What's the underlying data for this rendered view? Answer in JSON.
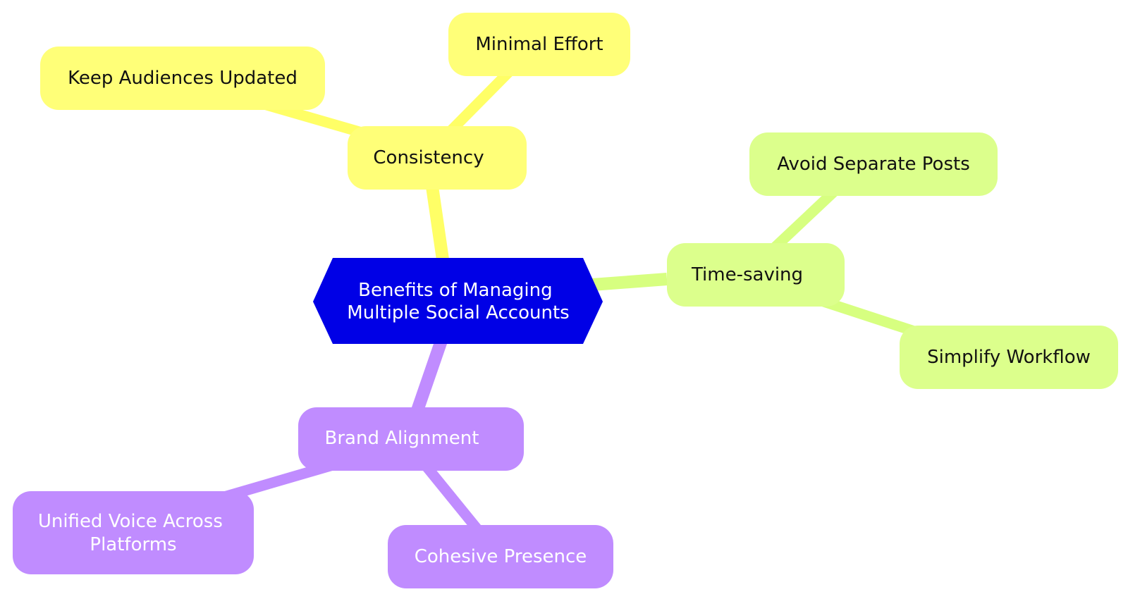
{
  "diagram": {
    "type": "mindmap",
    "root": {
      "lines": [
        "Benefits of Managing",
        "Multiple Social Accounts"
      ],
      "fill": "#0000e6",
      "text_color": "#ffffff"
    },
    "branches": [
      {
        "id": "consistency",
        "label": "Consistency",
        "fill": "#ffff78",
        "edge_color": "#ffff66",
        "text_color": "#111111",
        "children": [
          {
            "id": "keep-audiences-updated",
            "label": "Keep Audiences Updated"
          },
          {
            "id": "minimal-effort",
            "label": "Minimal Effort"
          }
        ]
      },
      {
        "id": "time-saving",
        "label": "Time-saving",
        "fill": "#dcff8c",
        "edge_color": "#d7ff80",
        "text_color": "#111111",
        "children": [
          {
            "id": "avoid-separate-posts",
            "label": "Avoid Separate Posts"
          },
          {
            "id": "simplify-workflow",
            "label": "Simplify Workflow"
          }
        ]
      },
      {
        "id": "brand-alignment",
        "label": "Brand Alignment",
        "fill": "#c08cff",
        "edge_color": "#c08cff",
        "text_color": "#ffffff",
        "children": [
          {
            "id": "unified-voice",
            "lines": [
              "Unified Voice Across",
              "Platforms"
            ]
          },
          {
            "id": "cohesive-presence",
            "label": "Cohesive Presence"
          }
        ]
      }
    ]
  }
}
